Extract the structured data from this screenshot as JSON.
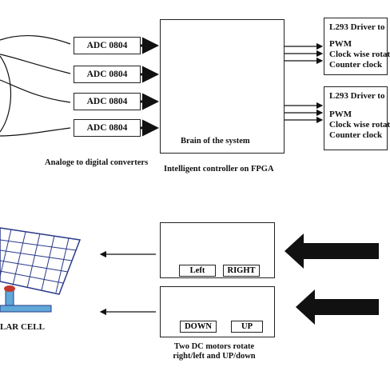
{
  "adc_blocks": [
    {
      "label": "ADC 0804"
    },
    {
      "label": "ADC 0804"
    },
    {
      "label": "ADC 0804"
    },
    {
      "label": "ADC 0804"
    }
  ],
  "adc_caption": "Analoge to digital converters",
  "fpga": {
    "inner_label": "Brain of the system",
    "caption": "Intelligent controller on FPGA"
  },
  "drivers": [
    {
      "title": "L293 Driver to",
      "lines": [
        "PWM",
        "Clock wise rotat",
        "Counter clock"
      ]
    },
    {
      "title": "L293 Driver to",
      "lines": [
        "PWM",
        "Clock wise rotat",
        "Counter clock"
      ]
    }
  ],
  "solar_label": "LAR CELL",
  "gestures_top": {
    "left_button": "Left",
    "right_button": "RIGHT"
  },
  "gestures_bottom": {
    "down_button": "DOWN",
    "up_button": "UP"
  },
  "motors_caption": [
    "Two DC motors rotate",
    "right/left and  UP/down"
  ]
}
